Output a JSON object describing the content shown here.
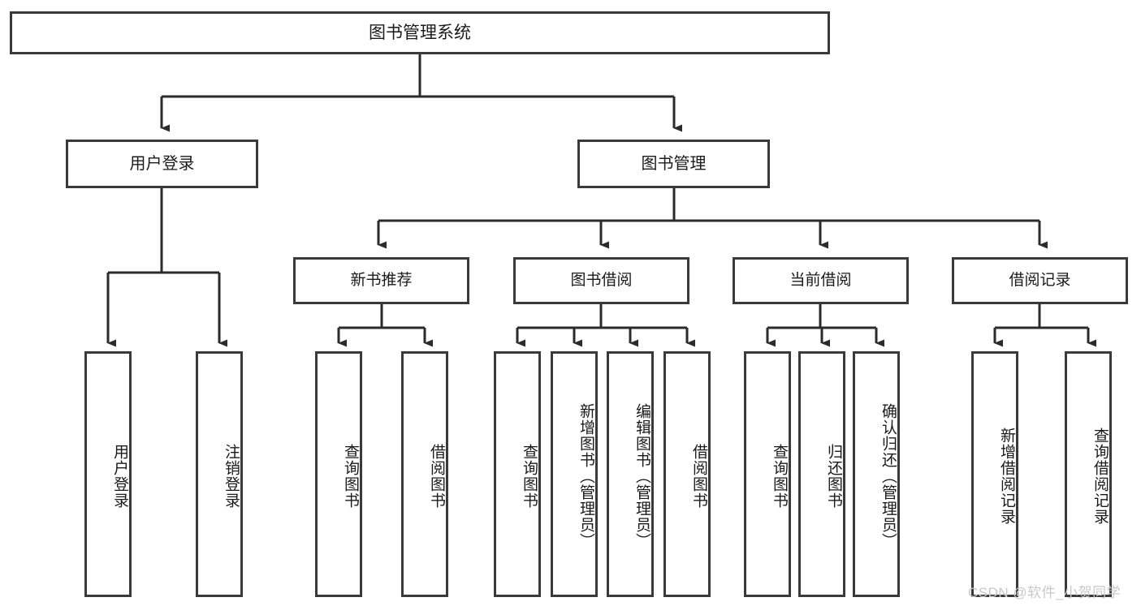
{
  "diagram": {
    "title": "图书管理系统",
    "type": "hierarchy-tree",
    "root": {
      "id": "root",
      "label": "图书管理系统"
    },
    "level2": [
      {
        "id": "user-login",
        "label": "用户登录"
      },
      {
        "id": "book-management",
        "label": "图书管理"
      }
    ],
    "level3": [
      {
        "id": "new-book-recommend",
        "label": "新书推荐",
        "parent": "book-management"
      },
      {
        "id": "book-borrow",
        "label": "图书借阅",
        "parent": "book-management"
      },
      {
        "id": "current-borrow",
        "label": "当前借阅",
        "parent": "book-management"
      },
      {
        "id": "borrow-record",
        "label": "借阅记录",
        "parent": "book-management"
      }
    ],
    "leaves": [
      {
        "id": "leaf-user-login",
        "label": "用户登录",
        "parent": "user-login"
      },
      {
        "id": "leaf-user-logout",
        "label": "注销登录",
        "parent": "user-login"
      },
      {
        "id": "leaf-query-book-1",
        "label": "查询图书",
        "parent": "new-book-recommend"
      },
      {
        "id": "leaf-borrow-book-1",
        "label": "借阅图书",
        "parent": "new-book-recommend"
      },
      {
        "id": "leaf-query-book-2",
        "label": "查询图书",
        "parent": "book-borrow"
      },
      {
        "id": "leaf-add-book",
        "label": "新增图书（管理员）",
        "parent": "book-borrow"
      },
      {
        "id": "leaf-edit-book",
        "label": "编辑图书（管理员）",
        "parent": "book-borrow"
      },
      {
        "id": "leaf-borrow-book-2",
        "label": "借阅图书",
        "parent": "book-borrow"
      },
      {
        "id": "leaf-query-book-3",
        "label": "查询图书",
        "parent": "current-borrow"
      },
      {
        "id": "leaf-return-book",
        "label": "归还图书",
        "parent": "current-borrow"
      },
      {
        "id": "leaf-confirm-return",
        "label": "确认归还（管理员）",
        "parent": "current-borrow"
      },
      {
        "id": "leaf-add-record",
        "label": "新增借阅记录",
        "parent": "borrow-record"
      },
      {
        "id": "leaf-query-record",
        "label": "查询借阅记录",
        "parent": "borrow-record"
      }
    ],
    "colors": {
      "stroke": "#3a3a3a",
      "box_fill": "#ffffff",
      "text": "#1a1a1a",
      "background": "#ffffff",
      "watermark": "#c9c9c9"
    }
  },
  "watermark": {
    "text": "CSDN @软件_小贺同学"
  }
}
